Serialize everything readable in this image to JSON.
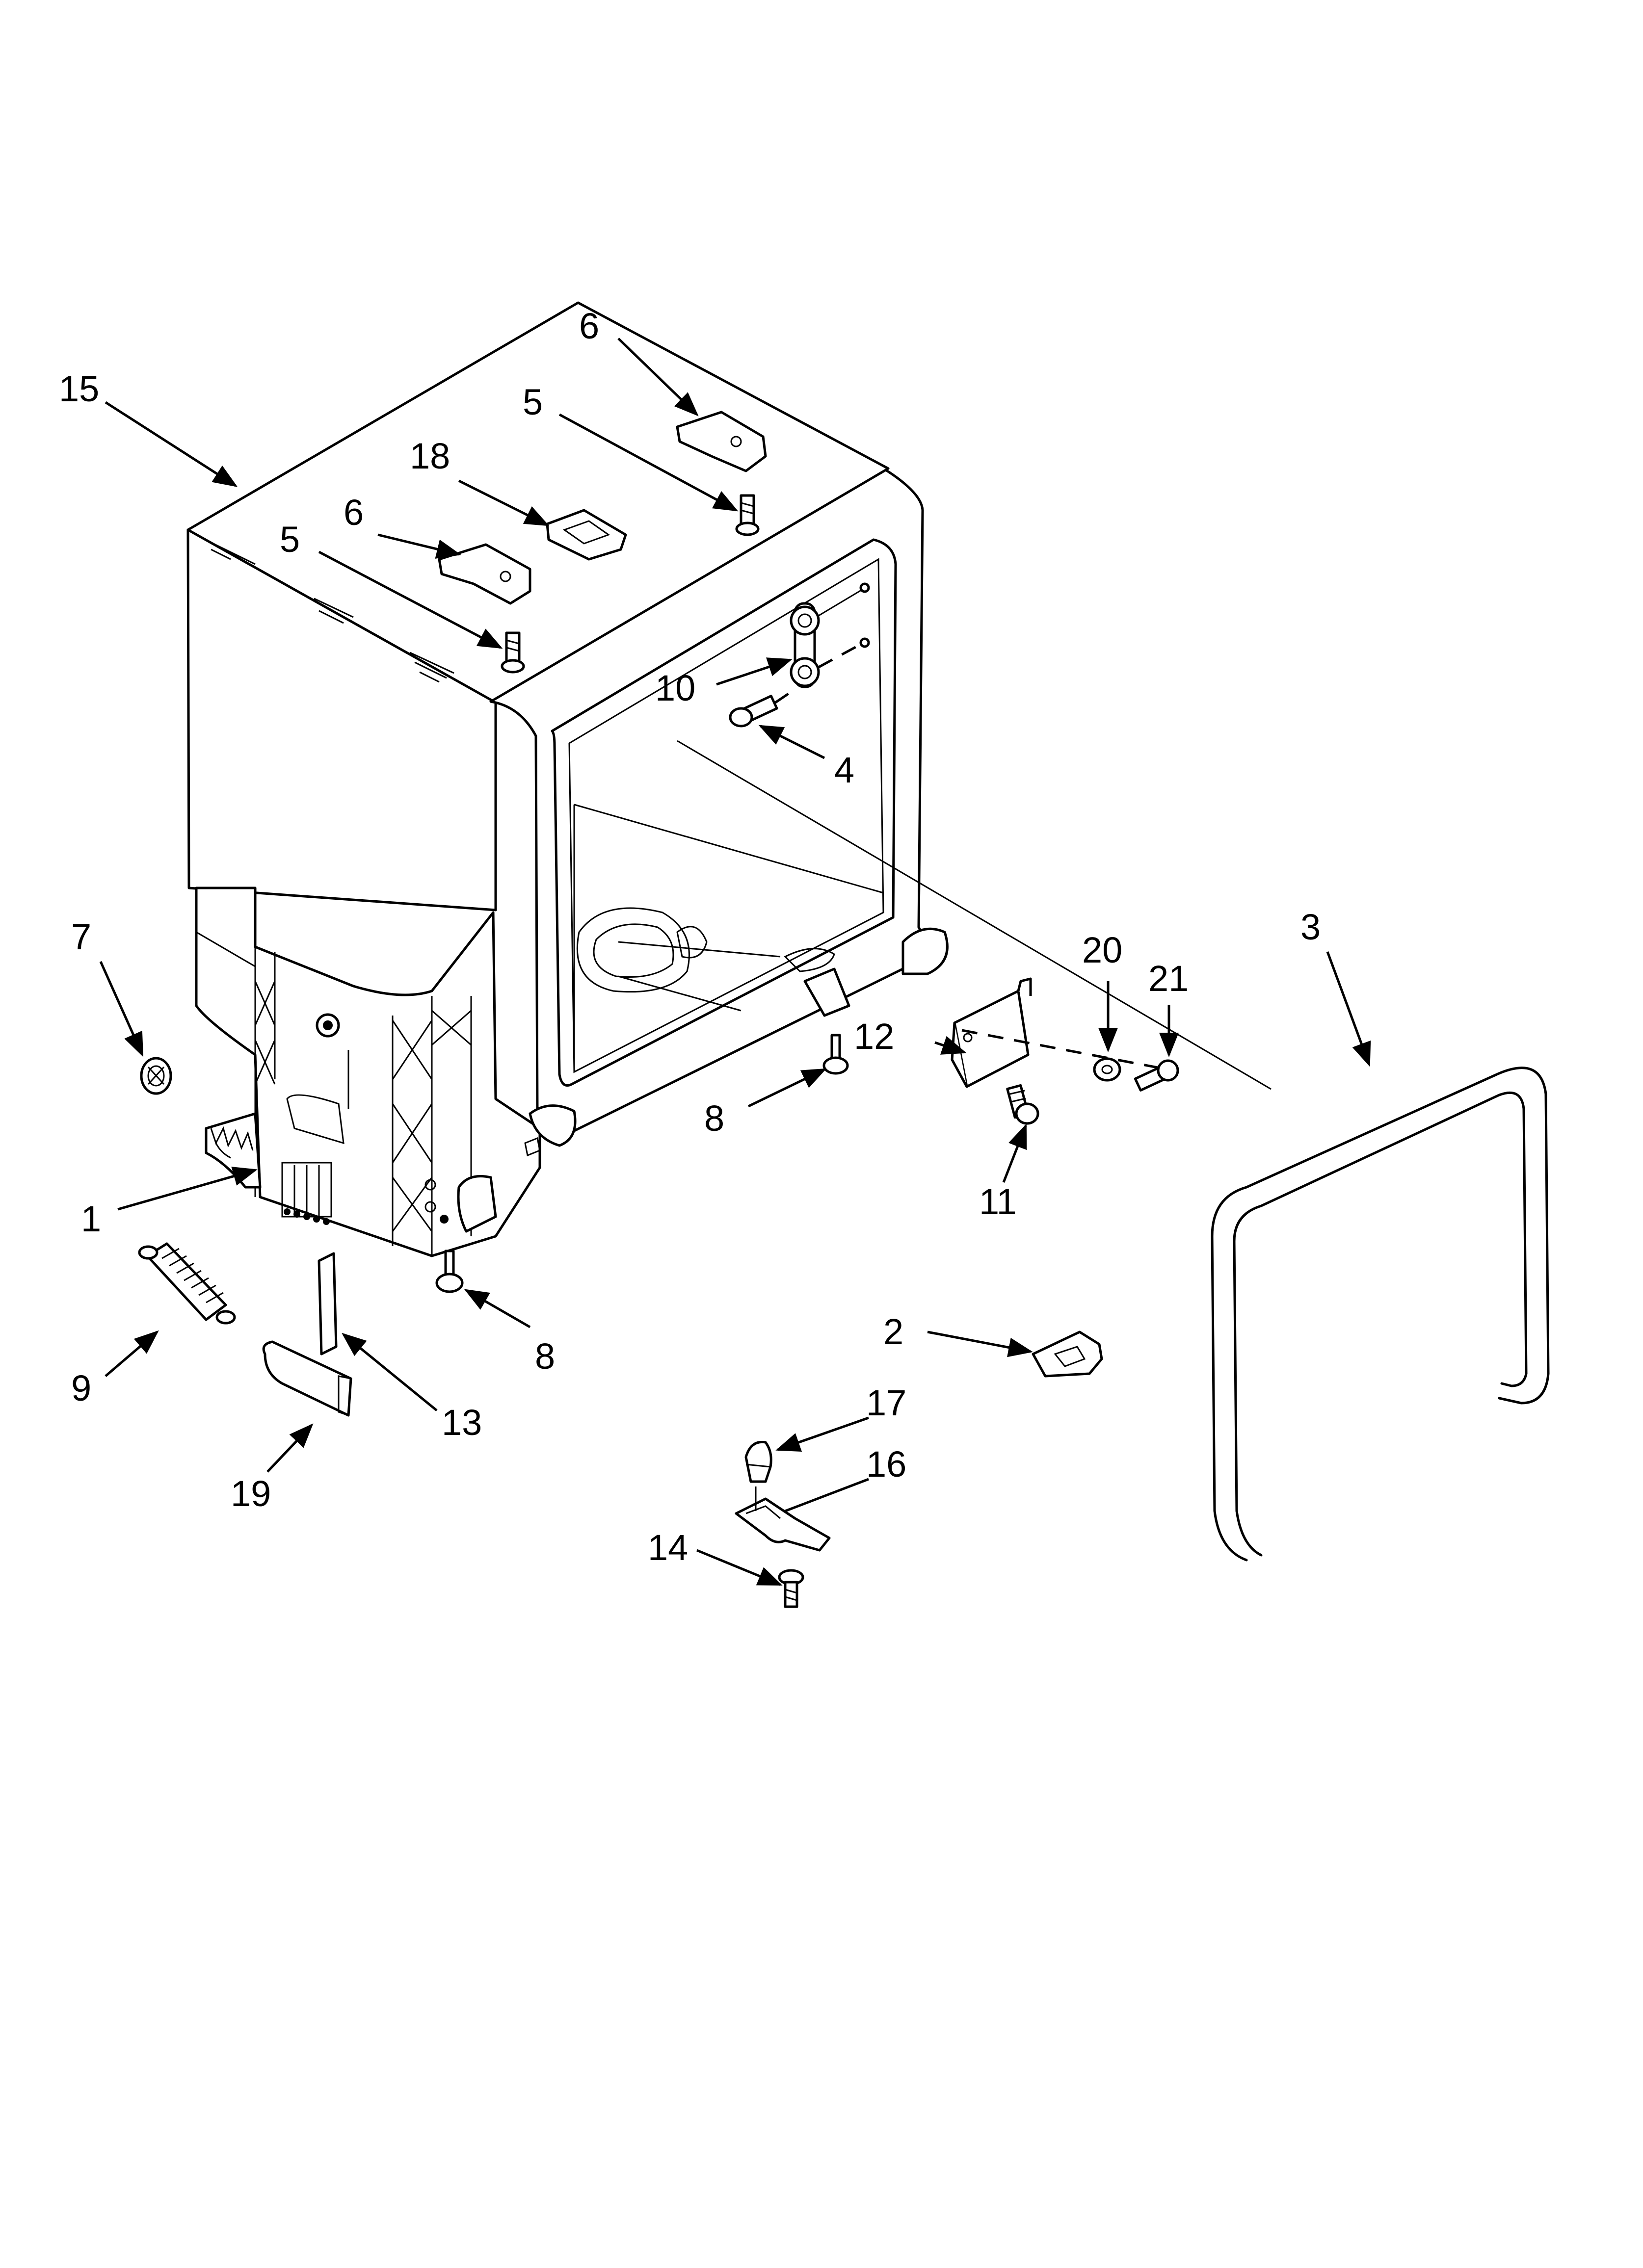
{
  "diagram": {
    "callouts": [
      {
        "id": "c15",
        "text": "15"
      },
      {
        "id": "c6a",
        "text": "6"
      },
      {
        "id": "c5a",
        "text": "5"
      },
      {
        "id": "c18",
        "text": "18"
      },
      {
        "id": "c6b",
        "text": "6"
      },
      {
        "id": "c5b",
        "text": "5"
      },
      {
        "id": "c10",
        "text": "10"
      },
      {
        "id": "c4",
        "text": "4"
      },
      {
        "id": "c7",
        "text": "7"
      },
      {
        "id": "c1",
        "text": "1"
      },
      {
        "id": "c8a",
        "text": "8"
      },
      {
        "id": "c12",
        "text": "12"
      },
      {
        "id": "c20",
        "text": "20"
      },
      {
        "id": "c21",
        "text": "21"
      },
      {
        "id": "c3",
        "text": "3"
      },
      {
        "id": "c11",
        "text": "11"
      },
      {
        "id": "c8b",
        "text": "8"
      },
      {
        "id": "c9",
        "text": "9"
      },
      {
        "id": "c13",
        "text": "13"
      },
      {
        "id": "c19",
        "text": "19"
      },
      {
        "id": "c2",
        "text": "2"
      },
      {
        "id": "c17",
        "text": "17"
      },
      {
        "id": "c16",
        "text": "16"
      },
      {
        "id": "c14",
        "text": "14"
      }
    ]
  }
}
